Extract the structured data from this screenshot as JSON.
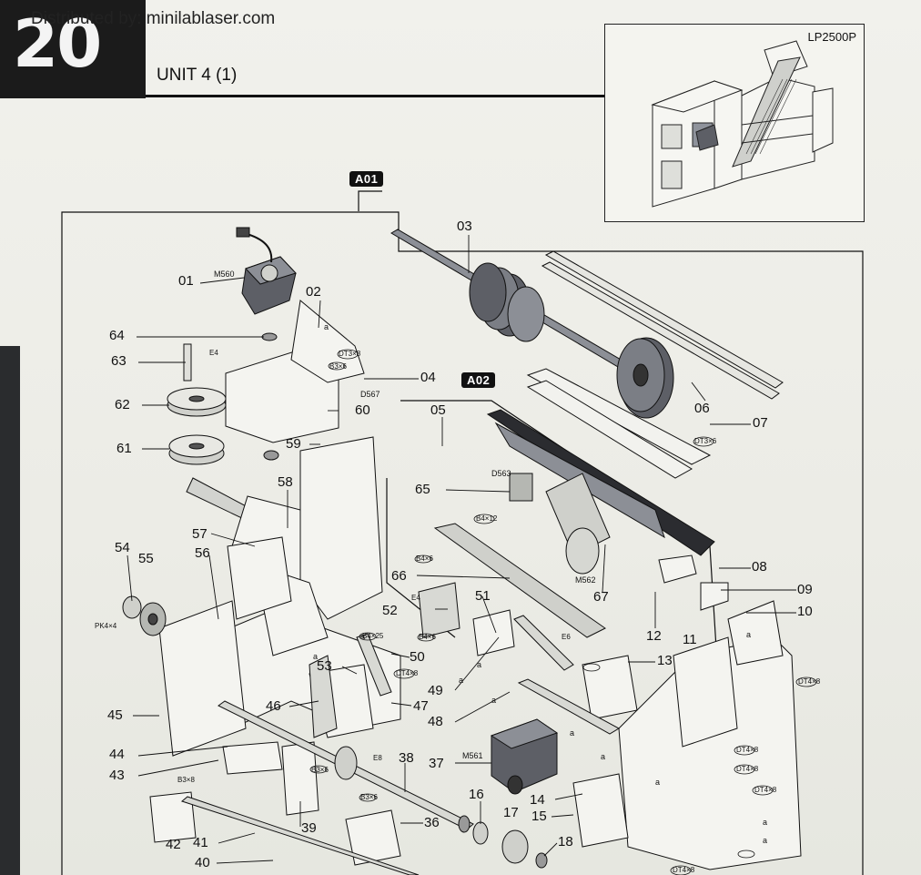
{
  "page": {
    "number": "20",
    "distributor": "Distributed by: minilablaser.com",
    "unit_title": "UNIT 4 (1)",
    "model": "LP2500P"
  },
  "tags": {
    "a01": "A01",
    "a02": "A02"
  },
  "motors": {
    "m560": "M560",
    "m561": "M561",
    "m562": "M562"
  },
  "sensors": {
    "d567": "D567",
    "d563": "D563"
  },
  "screws": {
    "dt3x8": "DT3×8",
    "b3x6": "B3×6",
    "dt3x6": "DT3×6",
    "b4x12": "B4×12",
    "b4x6": "B4×6",
    "b4x25": "B4×25",
    "dt4x8": "DT4×8",
    "pk4x4": "PK4×4",
    "e4": "E4",
    "e6": "E6",
    "e8": "E8",
    "b3x8": "B3×8"
  },
  "callouts": {
    "p01": "01",
    "p02": "02",
    "p03": "03",
    "p04": "04",
    "p05": "05",
    "p06": "06",
    "p07": "07",
    "p08": "08",
    "p09": "09",
    "p10": "10",
    "p11": "11",
    "p12": "12",
    "p13": "13",
    "p14": "14",
    "p15": "15",
    "p16": "16",
    "p17": "17",
    "p18": "18",
    "p36": "36",
    "p37": "37",
    "p38": "38",
    "p39": "39",
    "p40": "40",
    "p41": "41",
    "p42": "42",
    "p43": "43",
    "p44": "44",
    "p45": "45",
    "p46": "46",
    "p47": "47",
    "p48": "48",
    "p49": "49",
    "p50": "50",
    "p51": "51",
    "p52": "52",
    "p53": "53",
    "p54": "54",
    "p55": "55",
    "p56": "56",
    "p57": "57",
    "p58": "58",
    "p59": "59",
    "p60": "60",
    "p61": "61",
    "p62": "62",
    "p63": "63",
    "p64": "64",
    "p65": "65",
    "p66": "66",
    "p67": "67"
  },
  "refs": {
    "a": "a"
  },
  "colors": {
    "background": "#ecece6",
    "ink": "#111111",
    "black_block": "#1b1b1b",
    "part_fill": "#5d5f66"
  }
}
